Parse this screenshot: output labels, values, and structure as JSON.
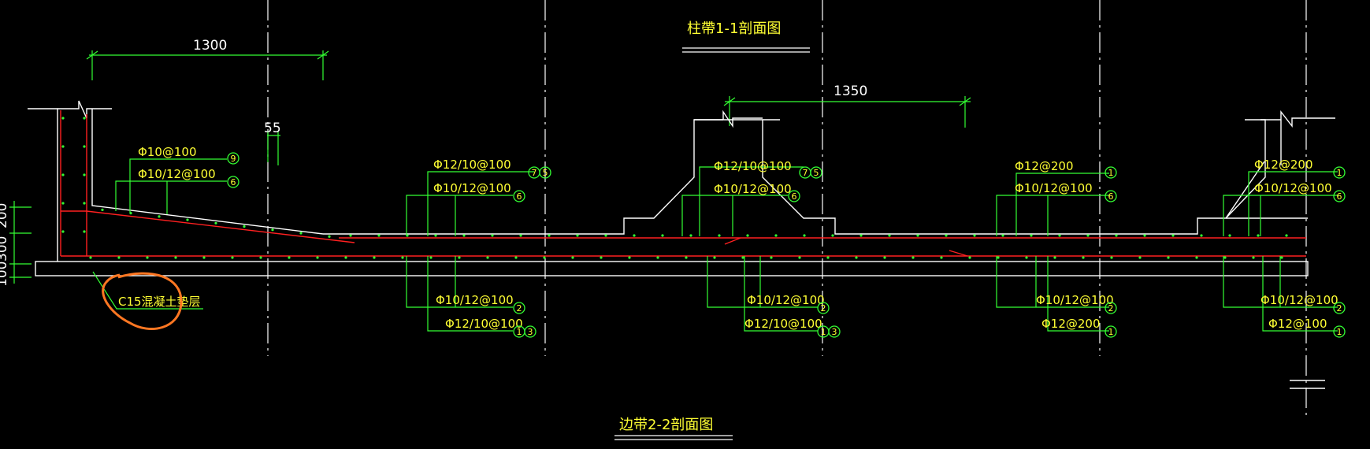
{
  "titles": {
    "top": "柱帶1-1剖面图",
    "bottom": "边带2-2剖面图"
  },
  "dimensions": {
    "d1300": "1300",
    "d1350": "1350",
    "d55": "55",
    "left_partial": [
      "200",
      "300",
      "100"
    ]
  },
  "annotation": {
    "cushion": "C15混凝土垫层",
    "highlight_color": "#ff7722"
  },
  "callouts": [
    {
      "id": "c1",
      "text": "Φ10@100",
      "marks": [
        "9"
      ]
    },
    {
      "id": "c2",
      "text": "Φ10/12@100",
      "marks": [
        "6"
      ]
    },
    {
      "id": "c3",
      "text": "Φ12/10@100",
      "marks": [
        "7",
        "5"
      ]
    },
    {
      "id": "c4",
      "text": "Φ10/12@100",
      "marks": [
        "6"
      ]
    },
    {
      "id": "c5",
      "text": "Φ10/12@100",
      "marks": [
        "2"
      ]
    },
    {
      "id": "c6",
      "text": "Φ12/10@100",
      "marks": [
        "1",
        "3"
      ]
    },
    {
      "id": "c7",
      "text": "Φ12/10@100",
      "marks": [
        "7",
        "5"
      ]
    },
    {
      "id": "c8",
      "text": "Φ10/12@100",
      "marks": [
        "6"
      ]
    },
    {
      "id": "c9",
      "text": "Φ10/12@100",
      "marks": [
        "2"
      ]
    },
    {
      "id": "c10",
      "text": "Φ12/10@100",
      "marks": [
        "1",
        "3"
      ]
    },
    {
      "id": "c11",
      "text": "Φ12@200",
      "marks": [
        "1"
      ]
    },
    {
      "id": "c12",
      "text": "Φ10/12@100",
      "marks": [
        "6"
      ]
    },
    {
      "id": "c13",
      "text": "Φ10/12@100",
      "marks": [
        "2"
      ]
    },
    {
      "id": "c14",
      "text": "Φ12@200",
      "marks": [
        "1"
      ]
    },
    {
      "id": "c15",
      "text": "Φ12@200",
      "marks": [
        "1"
      ]
    },
    {
      "id": "c16",
      "text": "Φ10/12@100",
      "marks": [
        "6"
      ]
    },
    {
      "id": "c17",
      "text": "Φ10/12@100",
      "marks": [
        "2"
      ]
    },
    {
      "id": "c18",
      "text": "Φ12@100",
      "marks": [
        "1"
      ]
    }
  ],
  "colors": {
    "background": "#000000",
    "outline": "#ffffff",
    "rebar": "#ff2020",
    "leader": "#33ff33",
    "label": "#ffff33"
  }
}
